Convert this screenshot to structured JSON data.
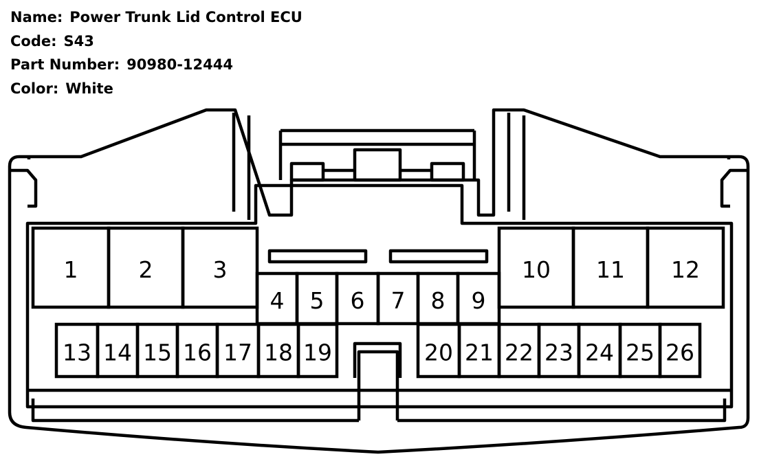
{
  "info": {
    "name_label": "Name:",
    "name_value": "Power Trunk Lid Control ECU",
    "code_label": "Code:",
    "code_value": "S43",
    "part_label": "Part Number:",
    "part_value": "90980-12444",
    "color_label": "Color:",
    "color_value": "White"
  },
  "pins": [
    "1",
    "2",
    "3",
    "4",
    "5",
    "6",
    "7",
    "8",
    "9",
    "10",
    "11",
    "12",
    "13",
    "14",
    "15",
    "16",
    "17",
    "18",
    "19",
    "20",
    "21",
    "22",
    "23",
    "24",
    "25",
    "26"
  ]
}
